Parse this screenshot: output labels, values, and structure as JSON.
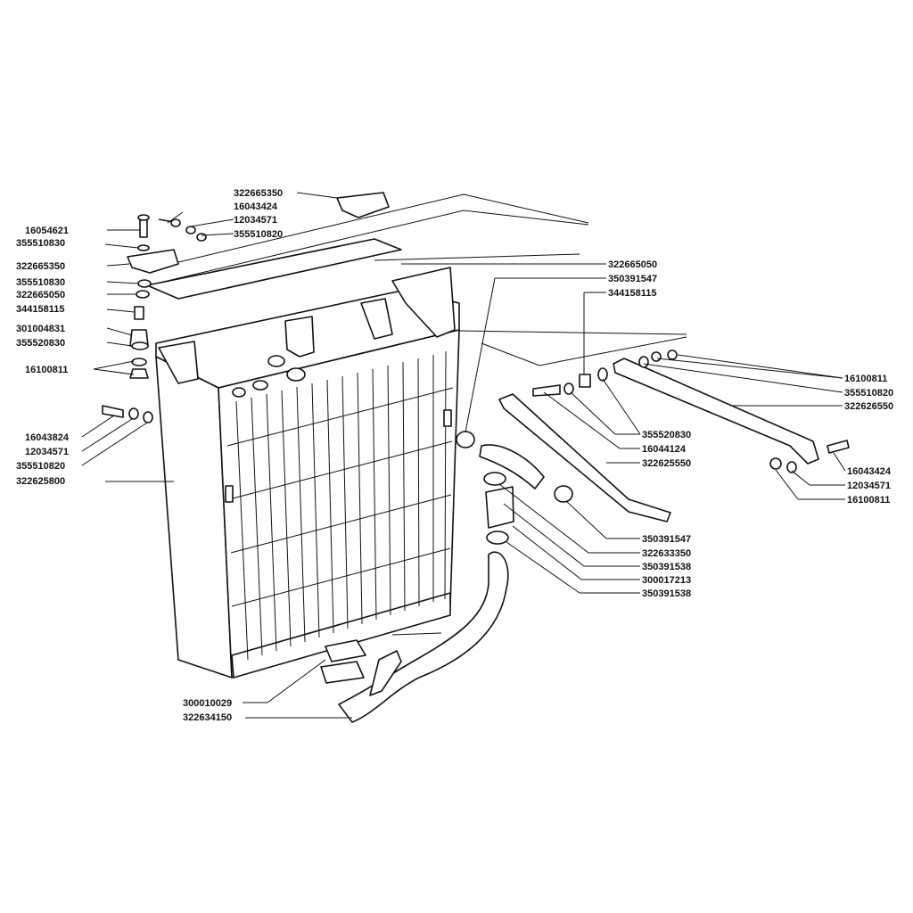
{
  "labels": {
    "l01": "322665350",
    "l02": "16043424",
    "l03": "16054621",
    "l04": "12034571",
    "l05": "355510830",
    "l06": "355510820",
    "l07": "322665350",
    "l08": "355510830",
    "l09": "322665050",
    "l10": "344158115",
    "l11": "301004831",
    "l12": "355520830",
    "l13": "16100811",
    "l14": "16043824",
    "l15": "12034571",
    "l16": "355510820",
    "l17": "322625800",
    "l18": "322665050",
    "l19": "350391547",
    "l20": "344158115",
    "l21": "16100811",
    "l22": "355510820",
    "l23": "322626550",
    "l24": "355520830",
    "l25": "16044124",
    "l26": "322625550",
    "l27": "16043424",
    "l28": "12034571",
    "l29": "16100811",
    "l30": "350391547",
    "l31": "322633350",
    "l32": "350391538",
    "l33": "300017213",
    "l34": "350391538",
    "l35": "300010029",
    "l36": "322634150"
  }
}
